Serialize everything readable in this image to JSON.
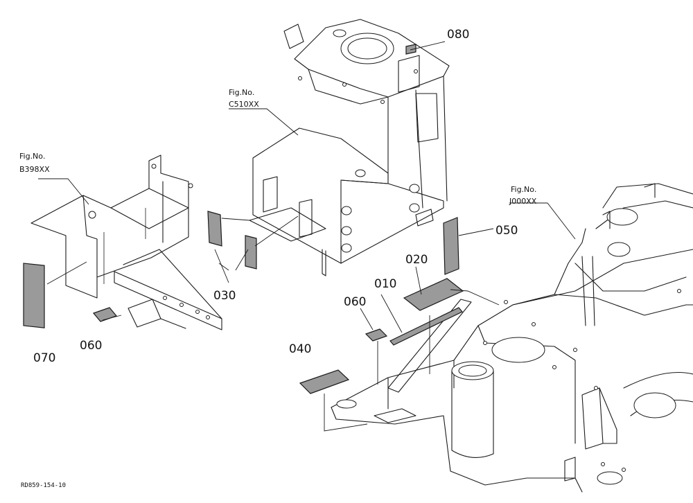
{
  "diagram": {
    "figure_refs": {
      "b398": {
        "title": "Fig.No.",
        "code": "B398XX"
      },
      "c510": {
        "title": "Fig.No.",
        "code": "C510XX"
      },
      "j000": {
        "title": "Fig.No.",
        "code": "J000XX"
      }
    },
    "parts": {
      "p010": "010",
      "p020": "020",
      "p030": "030",
      "p040": "040",
      "p050": "050",
      "p060_left": "060",
      "p060_right": "060",
      "p070": "070",
      "p080": "080"
    },
    "drawing_code": "RD859-154-10"
  }
}
